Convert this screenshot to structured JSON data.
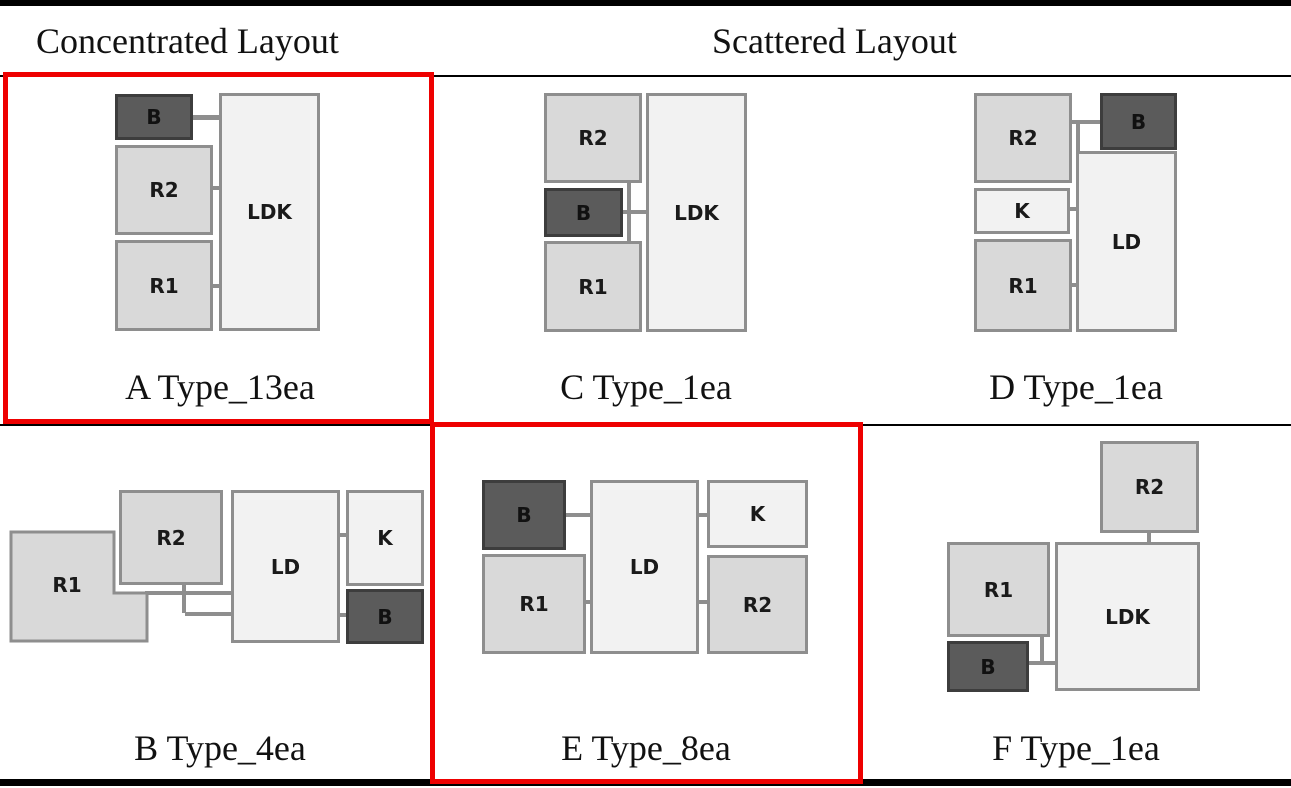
{
  "headers": {
    "concentrated": "Concentrated  Layout",
    "scattered": "Scattered  Layout"
  },
  "colors": {
    "room": "#d9d9d9",
    "living": "#f2f2f2",
    "bath": "#5b5b5b",
    "wall": "#8e8e8e",
    "highlight": "#ee0000"
  },
  "types": {
    "A": {
      "caption": "A  Type_13ea",
      "rooms": {
        "b": "B",
        "r2": "R2",
        "r1": "R1",
        "ldk": "LDK"
      }
    },
    "C": {
      "caption": "C  Type_1ea",
      "rooms": {
        "r2": "R2",
        "b": "B",
        "r1": "R1",
        "ldk": "LDK"
      }
    },
    "D": {
      "caption": "D  Type_1ea",
      "rooms": {
        "r2": "R2",
        "b": "B",
        "k": "K",
        "r1": "R1",
        "ld": "LD"
      }
    },
    "B": {
      "caption": "B  Type_4ea",
      "rooms": {
        "r1": "R1",
        "r2": "R2",
        "ld": "LD",
        "k": "K",
        "b": "B"
      }
    },
    "E": {
      "caption": "E  Type_8ea",
      "rooms": {
        "b": "B",
        "r1": "R1",
        "ld": "LD",
        "k": "K",
        "r2": "R2"
      }
    },
    "F": {
      "caption": "F  Type_1ea",
      "rooms": {
        "r2": "R2",
        "r1": "R1",
        "b": "B",
        "ldk": "LDK"
      }
    }
  }
}
